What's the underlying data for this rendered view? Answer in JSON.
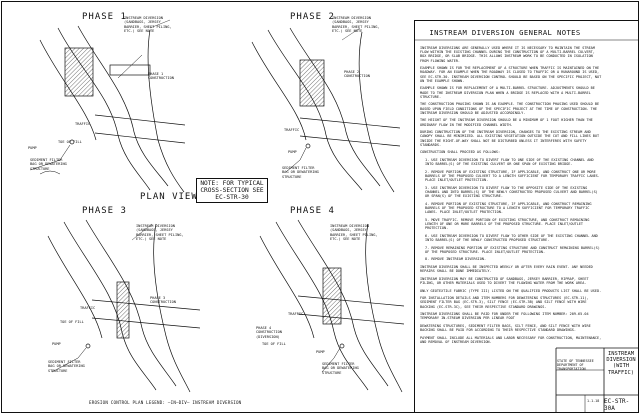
{
  "phases": {
    "p1": "PHASE 1",
    "p2": "PHASE 2",
    "p3": "PHASE 3",
    "p4": "PHASE 4",
    "plan": "PLAN VIEW"
  },
  "labels": {
    "instream_div": "INSTREAM DIVERSION (SANDBAGS, JERSEY BARRIER, SHEET PILING, ETC.) SEE NOTE",
    "instream_short": "INSTREAM DIVERSION",
    "phase1_construction": "PHASE 1 CONSTRUCTION",
    "phase2_construction": "PHASE 2 CONSTRUCTION",
    "phase3_construction": "PHASE 3 CONSTRUCTION",
    "phase4_construction": "PHASE 4 CONSTRUCTION (DIVERSION)",
    "traffic": "TRAFFIC",
    "toe_of_fill": "TOE OF FILL",
    "pump": "PUMP",
    "sediment_filter": "SEDIMENT FILTER BAG OR DEWATERING STRUCTURE"
  },
  "callout": "NOTE: FOR TYPICAL CROSS-SECTION SEE EC-STR-30",
  "legend": "EROSION CONTROL PLAN LEGEND: —IN—DIV— INSTREAM DIVERSION",
  "notes_title": "INSTREAM DIVERSION GENERAL NOTES",
  "notes": [
    "INSTREAM DIVERSIONS ARE GENERALLY USED WHERE IT IS NECESSARY TO MAINTAIN THE STREAM FLOW WITHIN THE EXISTING CHANNEL DURING THE CONSTRUCTION OF A MULTI-BARREL CULVERT, BOX BRIDGE, OR SLAB BRIDGE. THIS ALLOWS INSTREAM WORK TO BE CONDUCTED IN ISOLATION FROM FLOWING WATER.",
    "EXAMPLE SHOWN IS FOR THE REPLACEMENT OF A STRUCTURE WHEN TRAFFIC IS MAINTAINED ON THE ROADWAY. FOR AN EXAMPLE WHEN THE ROADWAY IS CLOSED TO TRAFFIC OR A RUNAROUND IS USED, SEE EC-STR-30. INSTREAM DIVERSION CONTROL SHOULD BE BASED ON THE SPECIFIC PROJECT, NOT ON THE EXAMPLE SHOWN.",
    "EXAMPLE SHOWN IS FOR REPLACEMENT OF A MULTI-BARREL STRUCTURE. ADJUSTMENTS SHOULD BE MADE TO THE INSTREAM DIVERSION PLAN WHEN A BRIDGE IS REPLACED WITH A MULTI-BARREL STRUCTURE.",
    "THE CONSTRUCTION PHASING SHOWN IS AN EXAMPLE. THE CONSTRUCTION PHASING USED SHOULD BE BASED UPON FIELD CONDITIONS OF THE SPECIFIC PROJECT AT THE TIME OF CONSTRUCTION. THE INSTREAM DIVERSION SHOULD BE ADJUSTED ACCORDINGLY.",
    "THE HEIGHT OF THE INSTREAM DIVERSION SHOULD BE A MINIMUM OF 1 FOOT HIGHER THAN THE ORDINARY FLOW IN THE MODIFIED CHANNEL WIDTH.",
    "DURING CONSTRUCTION OF THE INSTREAM DIVERSION, CHANGES TO THE EXISTING STREAM AND CANOPY SHALL BE MINIMIZED. ALL EXISTING VEGETATION OUTSIDE THE CUT AND FILL LINES BUT INSIDE THE RIGHT-OF-WAY SHALL NOT BE DISTURBED UNLESS IT INTERFERES WITH SAFETY STANDARDS.",
    "CONSTRUCTION SHALL PROCEED AS FOLLOWS:",
    "1. USE INSTREAM DIVERSION TO DIVERT FLOW TO ONE SIDE OF THE EXISTING CHANNEL AND INTO BARREL(S) OF THE EXISTING CULVERT OR ONE SPAN OF EXISTING BRIDGE.",
    "2. REMOVE PORTION OF EXISTING STRUCTURE, IF APPLICABLE, AND CONSTRUCT ONE OR MORE BARRELS OF THE PROPOSED CULVERT TO A LENGTH SUFFICIENT FOR TEMPORARY TRAFFIC LANES. PLACE INLET/OUTLET PROTECTION.",
    "3. USE INSTREAM DIVERSION TO DIVERT FLOW TO THE OPPOSITE SIDE OF THE EXISTING CHANNEL AND INTO BARREL(S) OF THE NEWLY CONSTRUCTED PROPOSED CULVERT AND BARREL(S) OR SPAN(S) OF THE EXISTING STRUCTURE.",
    "4. REMOVE PORTION OF EXISTING STRUCTURE, IF APPLICABLE, AND CONSTRUCT REMAINING BARRELS OF THE PROPOSED STRUCTURE TO A LENGTH SUFFICIENT FOR TEMPORARY TRAFFIC LANES. PLACE INLET/OUTLET PROTECTION.",
    "5. MOVE TRAFFIC. REMOVE PORTION OF EXISTING STRUCTURE, AND CONSTRUCT REMAINING LENGTH OF ONE OR MORE BARRELS OF THE PROPOSED STRUCTURE. PLACE INLET/OUTLET PROTECTION.",
    "6. USE INSTREAM DIVERSION TO DIVERT FLOW TO OTHER SIDE OF THE EXISTING CHANNEL AND INTO BARREL(S) OF THE NEWLY CONSTRUCTED PROPOSED STRUCTURE.",
    "7. REMOVE REMAINING PORTION OF EXISTING STRUCTURE AND CONSTRUCT REMAINING BARREL(S) OF THE PROPOSED STRUCTURE. PLACE INLET/OUTLET PROTECTION.",
    "8. REMOVE INSTREAM DIVERSION.",
    "INSTREAM DIVERSION SHALL BE INSPECTED WEEKLY OR AFTER EVERY RAIN EVENT. ANY NEEDED REPAIRS SHALL BE DONE IMMEDIATELY.",
    "INSTREAM DIVERSION MAY BE CONSTRUCTED OF SANDBAGS, JERSEY BARRIER, RIPRAP, SHEET PILING, OR OTHER MATERIALS USED TO DIVERT THE FLOWING WATER FROM THE WORK AREA.",
    "ONLY GEOTEXTILE FABRIC (TYPE III) LISTED ON THE QUALIFIED PRODUCTS LIST SHALL BE USED.",
    "FOR INSTALLATION DETAILS AND ITEM NUMBERS FOR DEWATERING STRUCTURES (EC-STR-11), SEDIMENT FILTER BAG (EC-STR-3), SILT FENCE (EC-STR-3B) AND SILT FENCE WITH WIRE BACKING (EC-STR-3C), SEE THEIR RESPECTIVE STANDARD DRAWINGS.",
    "INSTREAM DIVERSIONS SHALL BE PAID FOR UNDER THE FOLLOWING ITEM NUMBER: 209-65.04  TEMPORARY IN-STREAM DIVERSION PER LINEAR FOOT",
    "DEWATERING STRUCTURES, SEDIMENT FILTER BAGS, SILT FENCE, AND SILT FENCE WITH WIRE BACKING SHALL BE PAID FOR ACCORDING TO THEIR RESPECTIVE STANDARD DRAWINGS.",
    "PAYMENT SHALL INCLUDE ALL MATERIALS AND LABOR NECESSARY FOR CONSTRUCTION, MAINTENANCE, AND REMOVAL OF INSTREAM DIVERSION."
  ],
  "title_block": {
    "state": "STATE OF TENNESSEE",
    "dept": "DEPARTMENT OF TRANSPORTATION",
    "title": "INSTREAM DIVERSION (WITH TRAFFIC)",
    "number": "EC-STR-30A",
    "date": "1-1-18"
  }
}
